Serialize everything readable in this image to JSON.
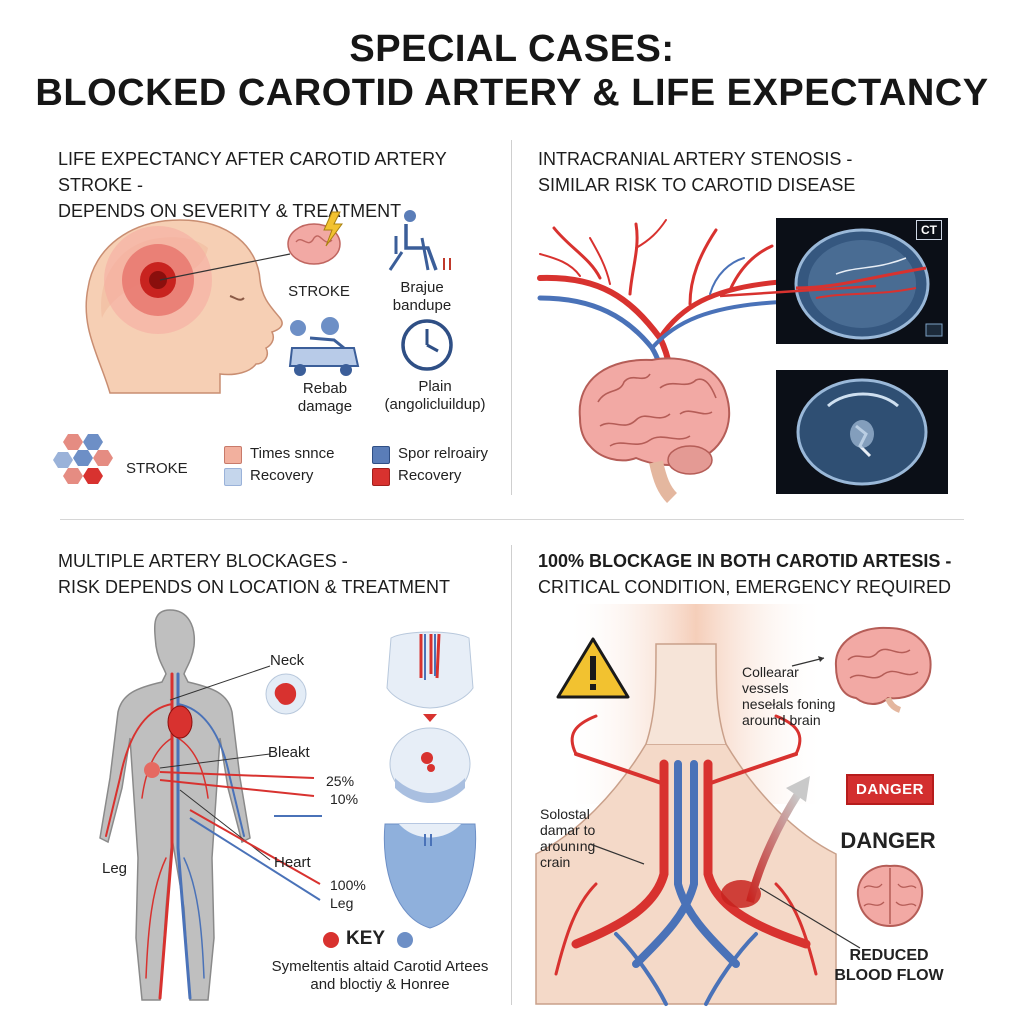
{
  "title": {
    "line1": "SPECIAL CASES:",
    "line2": "BLOCKED CAROTID ARTERY & LIFE EXPECTANCY"
  },
  "panel1": {
    "heading_line1": "LIFE EXPECTANCY AFTER CAROTID ARTERY STROKE -",
    "heading_line2": "DEPENDS ON SEVERITY & TREATMENT",
    "icons": {
      "stroke": "STROKE",
      "brain_damage_line1": "Brajue",
      "brain_damage_line2": "bandupe",
      "rehab_line1": "Rebab",
      "rehab_line2": "damage",
      "plain_line1": "Plain",
      "plain_line2": "(angolicluildup)"
    },
    "legend": {
      "cluster_label": "STROKE",
      "item1": "Times snnce",
      "item2": "Recovery",
      "item3": "Spor relroairy",
      "item4": "Recovery"
    }
  },
  "panel2": {
    "heading_line1": "INTRACRANIAL ARTERY STENOSIS -",
    "heading_line2": "SIMILAR RISK TO CAROTID DISEASE",
    "ct_label": "CT"
  },
  "panel3": {
    "heading_line1": "MULTIPLE ARTERY BLOCKAGES -",
    "heading_line2": "RISK DEPENDS ON LOCATION & TREATMENT",
    "labels": {
      "neck": "Neck",
      "bleakt": "Bleakt",
      "pct25": "25%",
      "pct10": "10%",
      "heart": "Heart",
      "leg_left": "Leg",
      "pct100": "100%",
      "leg_right": "Leg"
    },
    "key": "KEY",
    "key_desc_line1": "Symeltentis altaid Carotid Artees",
    "key_desc_line2": "and bloctiy & Honree"
  },
  "panel4": {
    "heading_line1": "100% BLOCKAGE IN BOTH CAROTID ARTESIS -",
    "heading_line2": "CRITICAL CONDITION, EMERGENCY REQUIRED",
    "collateral_line1": "Collearar",
    "collateral_line2": "vessels",
    "collateral_line3": "nesełals foning",
    "collateral_line4": "around brain",
    "damage_line1": "Solostal",
    "damage_line2": "damar to",
    "damage_line3": "arounıng",
    "damage_line4": "crain",
    "danger_badge": "DANGER",
    "danger_text": "DANGER",
    "reduced_line1": "REDUCED",
    "reduced_line2": "BLOOD FLOW"
  },
  "colors": {
    "artery_red": "#d8322f",
    "vein_blue": "#4a72b8",
    "brain_pink": "#f2a9a4",
    "skin": "#f6cfb4",
    "danger": "#d32f2f",
    "body_grey": "#b7b7b7"
  }
}
